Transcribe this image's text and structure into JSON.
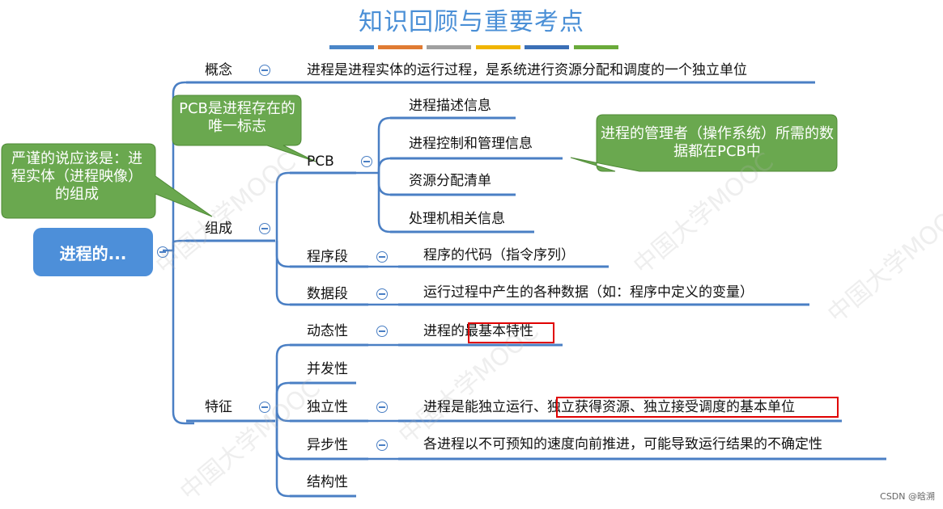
{
  "title": "知识回顾与重要考点",
  "stripe_colors": [
    "#4a86c8",
    "#e07b33",
    "#a0a0a0",
    "#f0b400",
    "#3b6fb6",
    "#6aaa3a"
  ],
  "root": {
    "label": "进程的..."
  },
  "branches": {
    "concept": {
      "label": "概念",
      "detail": "进程是进程实体的运行过程，是系统进行资源分配和调度的一个独立单位"
    },
    "composition": {
      "label": "组成",
      "pcb": {
        "label": "PCB",
        "items": [
          "进程描述信息",
          "进程控制和管理信息",
          "资源分配清单",
          "处理机相关信息"
        ]
      },
      "program": {
        "label": "程序段",
        "detail": "程序的代码（指令序列）"
      },
      "data": {
        "label": "数据段",
        "detail": "运行过程中产生的各种数据（如：程序中定义的变量）"
      }
    },
    "features": {
      "label": "特征",
      "dynamic": {
        "label": "动态性",
        "detail_prefix": "进程的",
        "detail_highlight": "最基本特性"
      },
      "concurrent": {
        "label": "并发性"
      },
      "independent": {
        "label": "独立性",
        "detail_prefix": "进程是能独立运行、",
        "detail_highlight": "独立获得资源、独立接受调度的基本单位"
      },
      "async": {
        "label": "异步性",
        "detail": "各进程以不可预知的速度向前推进，可能导致运行结果的不确定性"
      },
      "structural": {
        "label": "结构性"
      }
    }
  },
  "callouts": {
    "pcb_sign": "PCB是进程存在的唯一标志",
    "strict": "严谨的说应该是：进程实体（进程映像）的组成",
    "manager": "进程的管理者（操作系统）所需的数据都在PCB中"
  },
  "watermark": "中国大学MOOC",
  "footer": "CSDN @晗溯",
  "colors": {
    "line": "#4a7fc4",
    "callout": "#6aa84f",
    "root": "#4d8fd9",
    "highlight": "#e00000",
    "title": "#4a8fd6"
  }
}
